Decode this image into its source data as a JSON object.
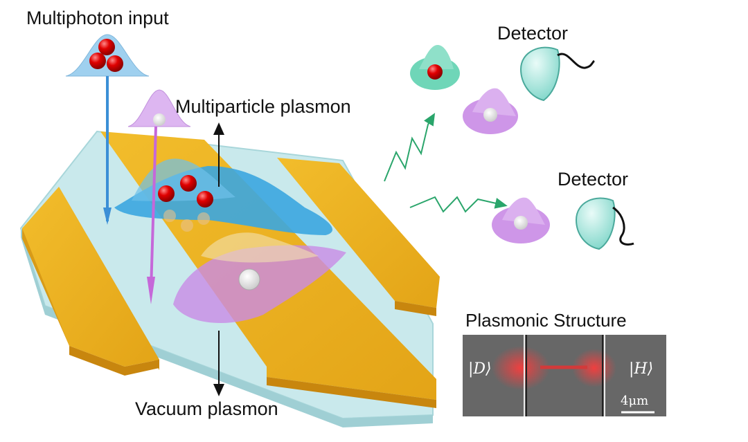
{
  "labels": {
    "multiphoton_input": "Multiphoton input",
    "multiparticle_plasmon": "Multiparticle plasmon",
    "vacuum_plasmon": "Vacuum plasmon",
    "detector_top": "Detector",
    "detector_bottom": "Detector",
    "plasmonic_structure": "Plasmonic Structure"
  },
  "inset": {
    "ket_left": "|D⟩",
    "ket_right": "|H⟩",
    "scale_bar": "4μm"
  },
  "colors": {
    "gold": "#e8ad1c",
    "gold_edge": "#c98f12",
    "substrate": "#bfe3e6",
    "blue_wavepacket": "#3ba6e0",
    "purple_wavepacket": "#c98be6",
    "teal_wavepacket": "#5fd1b0",
    "photon_red": "#e00000",
    "signal_green": "#2aa56b"
  }
}
